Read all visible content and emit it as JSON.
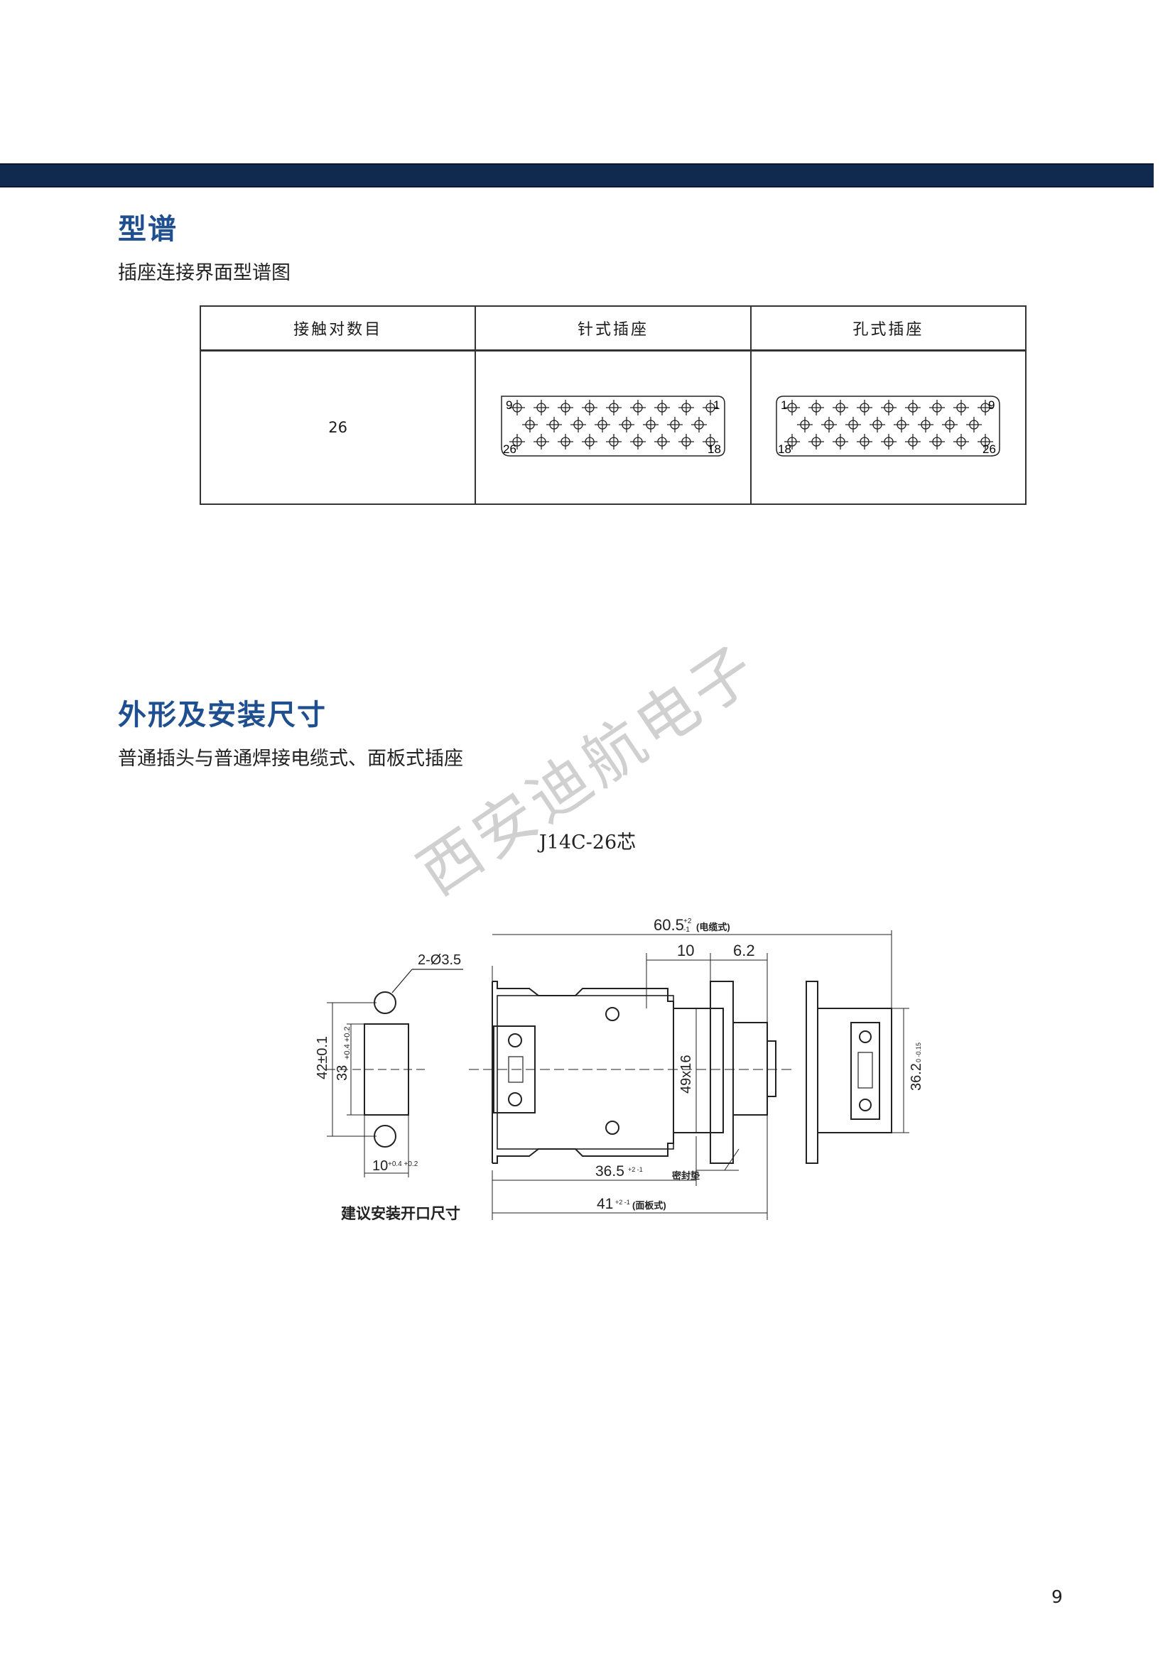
{
  "section1": {
    "title": "型谱",
    "subtitle": "插座连接界面型谱图"
  },
  "table": {
    "headers": [
      "接触对数目",
      "针式插座",
      "孔式插座"
    ],
    "count": "26",
    "pin_labels": {
      "top_left": "9",
      "top_right": "1",
      "bottom_left": "26",
      "bottom_right": "18"
    },
    "socket_labels": {
      "top_left": "1",
      "top_right": "9",
      "bottom_left": "18",
      "bottom_right": "26"
    }
  },
  "section2": {
    "title": "外形及安装尺寸",
    "subtitle": "普通插头与普通焊接电缆式、面板式插座"
  },
  "figure": {
    "title": "J14C-26芯",
    "dims": {
      "holes": "2-Ø3.5",
      "overall": "60.5",
      "overall_tol_up": "+2",
      "overall_tol_low": "-1",
      "overall_note": "(电缆式)",
      "d10": "10",
      "d62": "6.2",
      "height42": "42±0.1",
      "height33": "33",
      "height33_tol": "+0.4 +0.2",
      "w10": "10",
      "w10_tol": "+0.4 +0.2",
      "d49": "49x16",
      "d362": "36.2",
      "d362_tol": "0 -0.15",
      "d365": "36.5",
      "d365_tol": "+2 -1",
      "seal": "密封垫",
      "d41": "41",
      "d41_tol": "+2 -1",
      "d41_note": "(面板式)",
      "cutout_caption": "建议安装开口尺寸"
    }
  },
  "watermark": "西安迪航电子",
  "page_number": "9"
}
